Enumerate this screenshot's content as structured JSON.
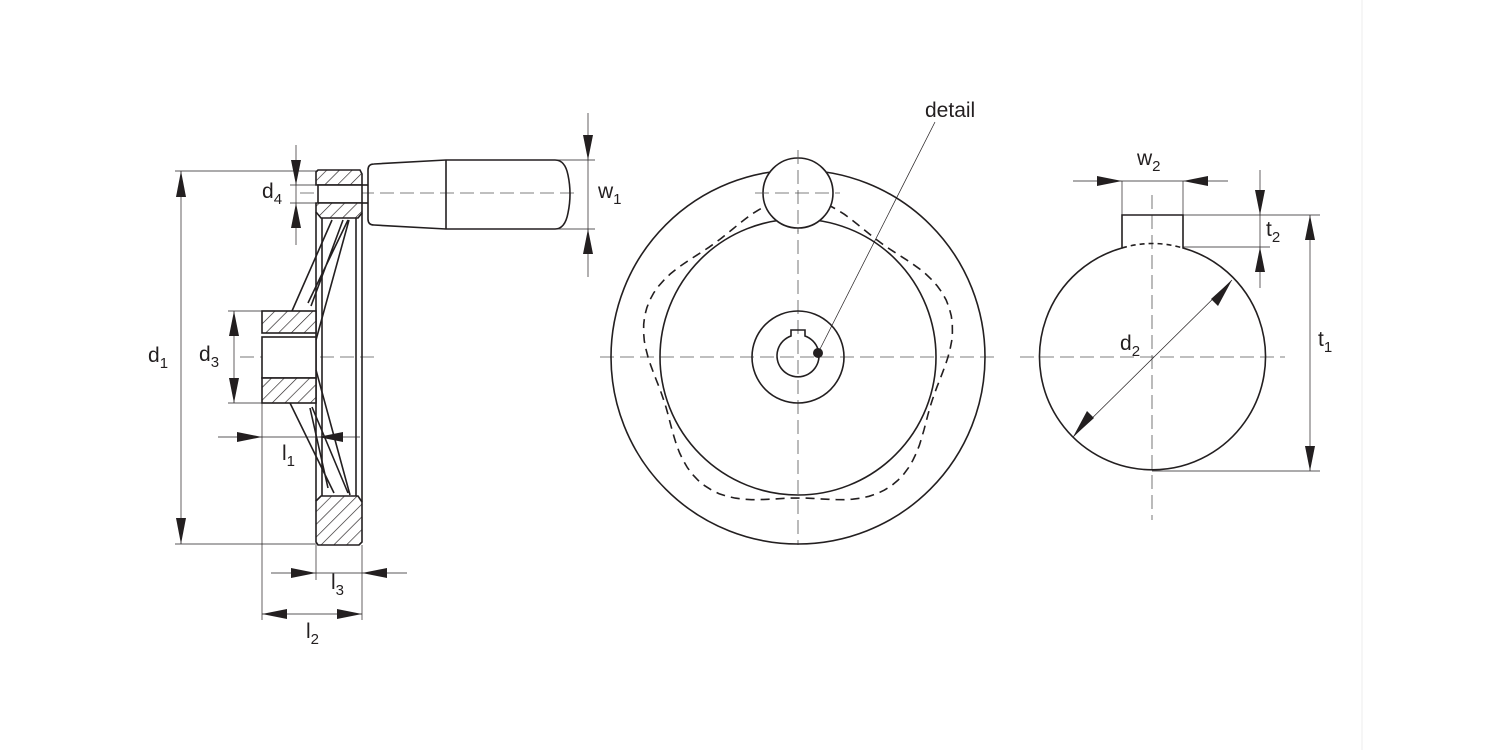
{
  "drawing": {
    "title": "Handwheel with revolving handle – dimension drawing",
    "line_color": "#231f20",
    "callout": "detail",
    "dimensions": {
      "d1": {
        "base": "d",
        "sub": "1"
      },
      "d2": {
        "base": "d",
        "sub": "2"
      },
      "d3": {
        "base": "d",
        "sub": "3"
      },
      "d4": {
        "base": "d",
        "sub": "4"
      },
      "l1": {
        "base": "l",
        "sub": "1"
      },
      "l2": {
        "base": "l",
        "sub": "2"
      },
      "l3": {
        "base": "l",
        "sub": "3"
      },
      "w1": {
        "base": "w",
        "sub": "1"
      },
      "w2": {
        "base": "w",
        "sub": "2"
      },
      "t1": {
        "base": "t",
        "sub": "1"
      },
      "t2": {
        "base": "t",
        "sub": "2"
      }
    }
  }
}
